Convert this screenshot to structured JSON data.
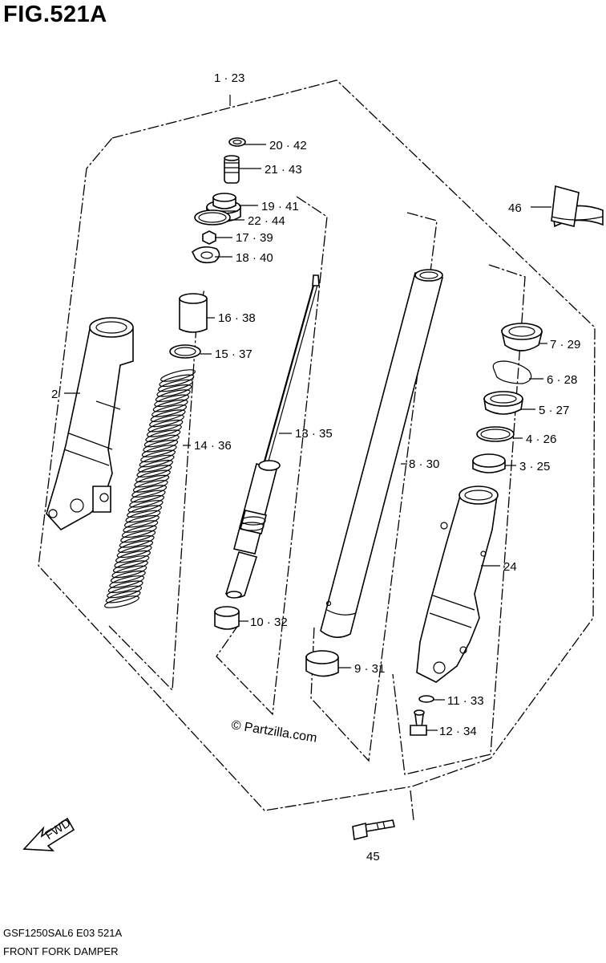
{
  "header": {
    "title": "FIG.521A"
  },
  "footer": {
    "model_code": "GSF1250SAL6  E03  521A",
    "caption": "FRONT FORK DAMPER"
  },
  "watermark": "© Partzilla.com",
  "fwd_arrow": "FWD",
  "callouts": {
    "c1": "1 · 23",
    "c2": "2",
    "c3": "3 · 25",
    "c4": "4 · 26",
    "c5": "5 · 27",
    "c6": "6 · 28",
    "c7": "7 · 29",
    "c8": "8 · 30",
    "c9": "9 · 31",
    "c10": "10 · 32",
    "c11": "11 · 33",
    "c12": "12 · 34",
    "c13": "13 · 35",
    "c14": "14 · 36",
    "c15": "15 · 37",
    "c16": "16 · 38",
    "c17": "17 · 39",
    "c18": "18 · 40",
    "c19": "19 · 41",
    "c20": "20 · 42",
    "c21": "21 · 43",
    "c22": "22 · 44",
    "c24": "24",
    "c45": "45",
    "c46": "46"
  }
}
